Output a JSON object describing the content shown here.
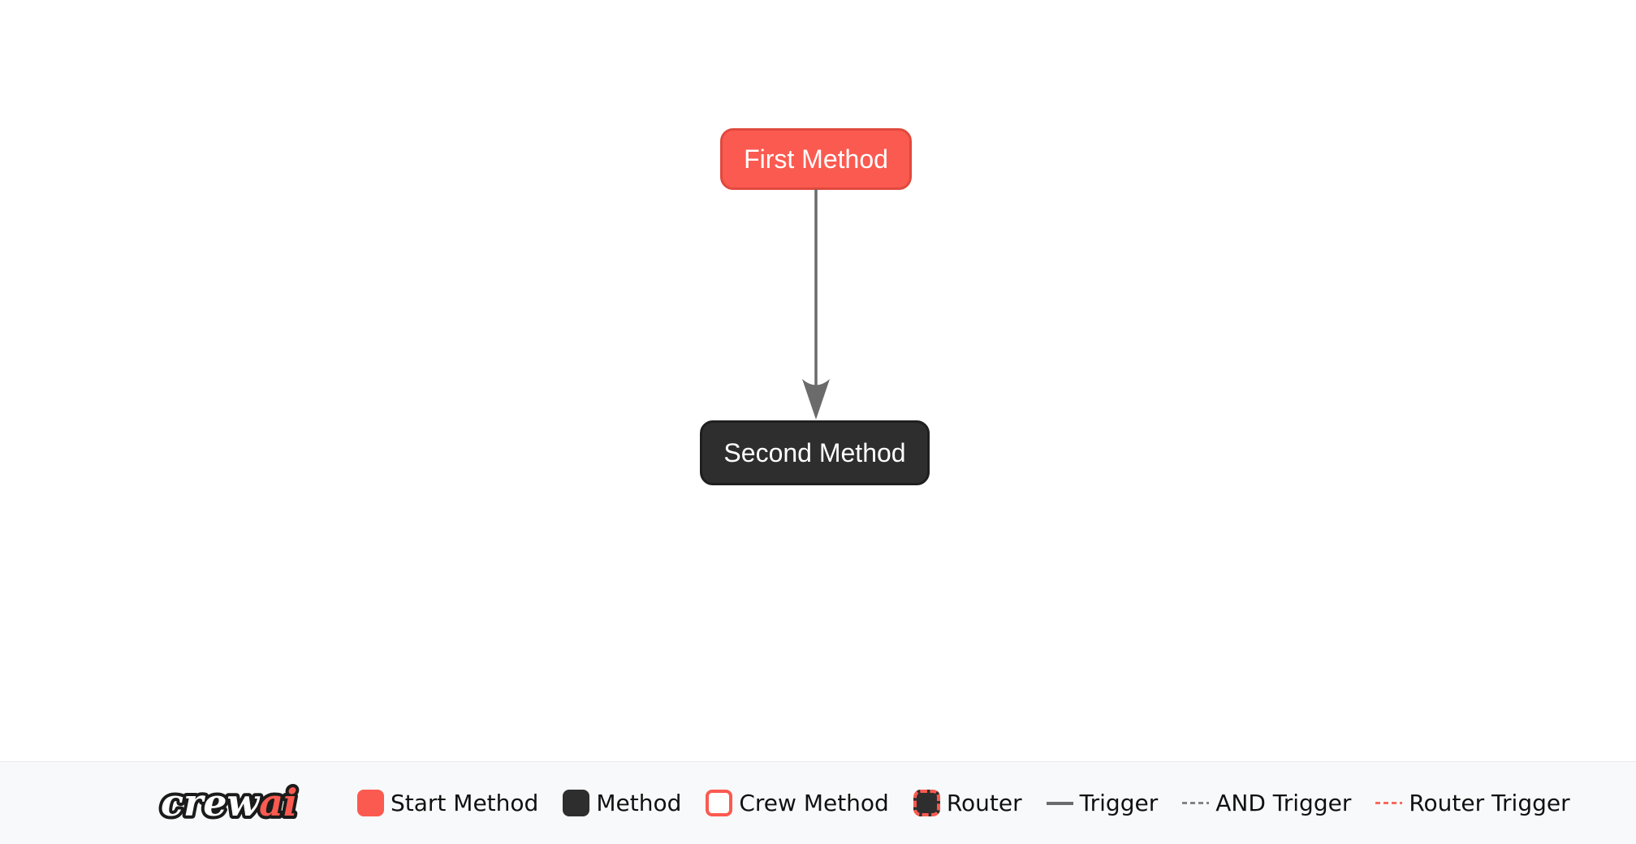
{
  "flow": {
    "nodes": [
      {
        "label": "First Method",
        "type": "start-method"
      },
      {
        "label": "Second Method",
        "type": "method"
      }
    ],
    "edges": [
      {
        "from": "First Method",
        "to": "Second Method",
        "type": "trigger"
      }
    ]
  },
  "legend": {
    "logo": {
      "crew": "crew",
      "ai": "ai"
    },
    "items": [
      {
        "label": "Start Method",
        "swatch": "start-method"
      },
      {
        "label": "Method",
        "swatch": "method"
      },
      {
        "label": "Crew Method",
        "swatch": "crew-method"
      },
      {
        "label": "Router",
        "swatch": "router"
      },
      {
        "label": "Trigger",
        "swatch": "trigger-line"
      },
      {
        "label": "AND Trigger",
        "swatch": "and-trigger-line"
      },
      {
        "label": "Router Trigger",
        "swatch": "router-trigger-line"
      }
    ]
  },
  "colors": {
    "start_method_fill": "#FB5A50",
    "start_method_border": "#E1493E",
    "method_fill": "#2E2E2E",
    "trigger_line": "#6B6B6B",
    "and_trigger_line": "#848484",
    "router_trigger_line": "#FB6A5F",
    "footer_background": "#F8F9FA"
  }
}
